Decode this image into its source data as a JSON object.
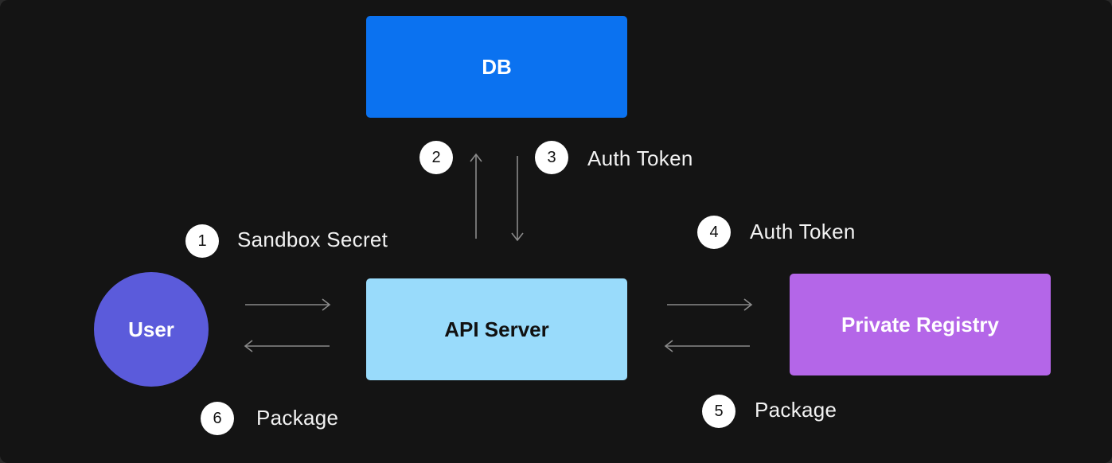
{
  "colors": {
    "background": "#141414",
    "db": "#0b72f0",
    "api_server": "#99dbfb",
    "private_registry": "#b466e8",
    "user": "#5b5bdb",
    "arrow": "#8a8a8a",
    "step_badge": "#ffffff"
  },
  "nodes": {
    "db": {
      "label": "DB"
    },
    "api_server": {
      "label": "API Server"
    },
    "private_registry": {
      "label": "Private Registry"
    },
    "user": {
      "label": "User"
    }
  },
  "steps": [
    {
      "number": "1",
      "label": "Sandbox Secret"
    },
    {
      "number": "2",
      "label": ""
    },
    {
      "number": "3",
      "label": "Auth Token"
    },
    {
      "number": "4",
      "label": "Auth Token"
    },
    {
      "number": "5",
      "label": "Package"
    },
    {
      "number": "6",
      "label": "Package"
    }
  ]
}
